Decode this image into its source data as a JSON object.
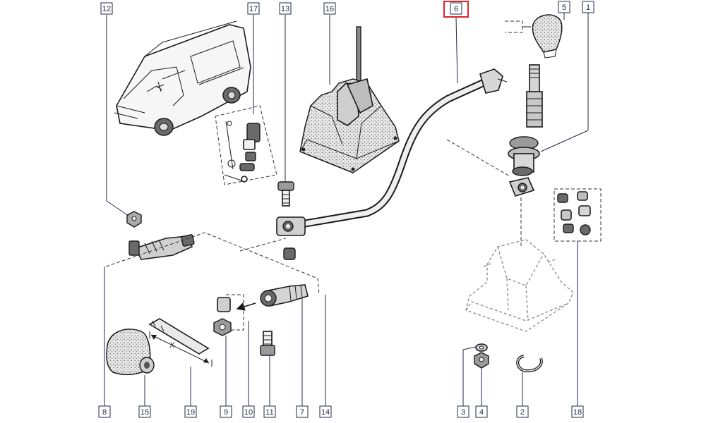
{
  "callouts": {
    "c1": "1",
    "c2": "2",
    "c3": "3",
    "c4": "4",
    "c5": "5",
    "c6": "6",
    "c7": "7",
    "c8": "8",
    "c9": "9",
    "c10": "10",
    "c11": "11",
    "c12": "12",
    "c13": "13",
    "c14": "14",
    "c15": "15",
    "c16": "16",
    "c17": "17",
    "c18": "18",
    "c19": "19"
  },
  "dimension_label": "X",
  "highlight_color": "#e0222b"
}
